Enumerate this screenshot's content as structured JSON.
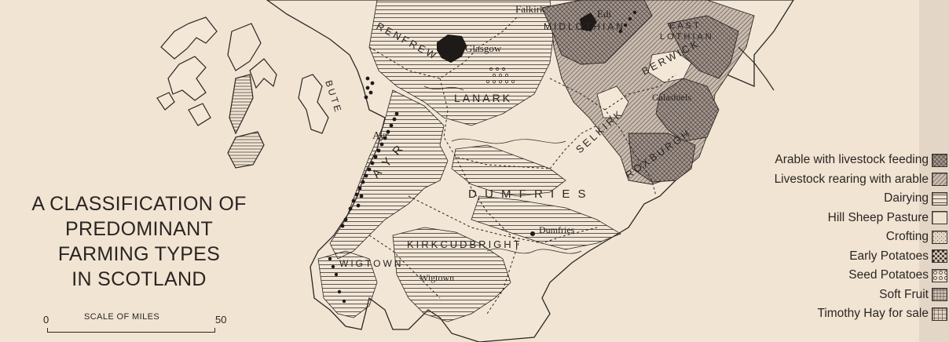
{
  "title": {
    "lines": [
      "A CLASSIFICATION OF",
      "PREDOMINANT",
      "FARMING TYPES",
      "IN SCOTLAND"
    ]
  },
  "scale": {
    "label": "SCALE OF MILES",
    "start": "0",
    "end": "50"
  },
  "legend": [
    {
      "label": "Arable with livestock feeding",
      "pattern": "crosshatch",
      "color": "#7d6e66"
    },
    {
      "label": "Livestock rearing with arable",
      "pattern": "diagonal",
      "color": "#8a7d76"
    },
    {
      "label": "Dairying",
      "pattern": "horizontal",
      "color": "#5a504b"
    },
    {
      "label": "Hill Sheep Pasture",
      "pattern": "blank",
      "color": "#efe2cf"
    },
    {
      "label": "Crofting",
      "pattern": "stipple",
      "color": "#9a8f88"
    },
    {
      "label": "Early Potatoes",
      "pattern": "dots",
      "color": "#2a2522"
    },
    {
      "label": "Seed Potatoes",
      "pattern": "rings",
      "color": "#6a605a"
    },
    {
      "label": "Soft Fruit",
      "pattern": "fruit",
      "color": "#6a605a"
    },
    {
      "label": "Timothy Hay for sale",
      "pattern": "grid",
      "color": "#6a605a"
    }
  ],
  "places": {
    "falkirk": "Falkirk",
    "edinburgh": "Edi",
    "glasgow": "Glasgow",
    "galashiels": "Galashiels",
    "ayr": "Ayr",
    "dumfries_town": "Dumfries",
    "wigtown_town": "Wigtown"
  },
  "counties": {
    "renfrew": "RENFREW",
    "bute": "BUTE",
    "lanark": "LANARK",
    "midlothian": "MIDLOTHIAN",
    "east_lothian_1": "EAST",
    "east_lothian_2": "LOTHIAN",
    "berwick": "BERWICK",
    "selkirk": "SELKIRK",
    "roxburgh": "ROXBURGH",
    "ayr": "A Y R",
    "dumfries": "D U M F R I E S",
    "kirkcudbright": "KIRKCUDBRIGHT",
    "wigtown": "WIGTOWN"
  },
  "colors": {
    "paper": "#f1e4d3",
    "ink": "#2b2622",
    "city": "#1e1a18"
  }
}
